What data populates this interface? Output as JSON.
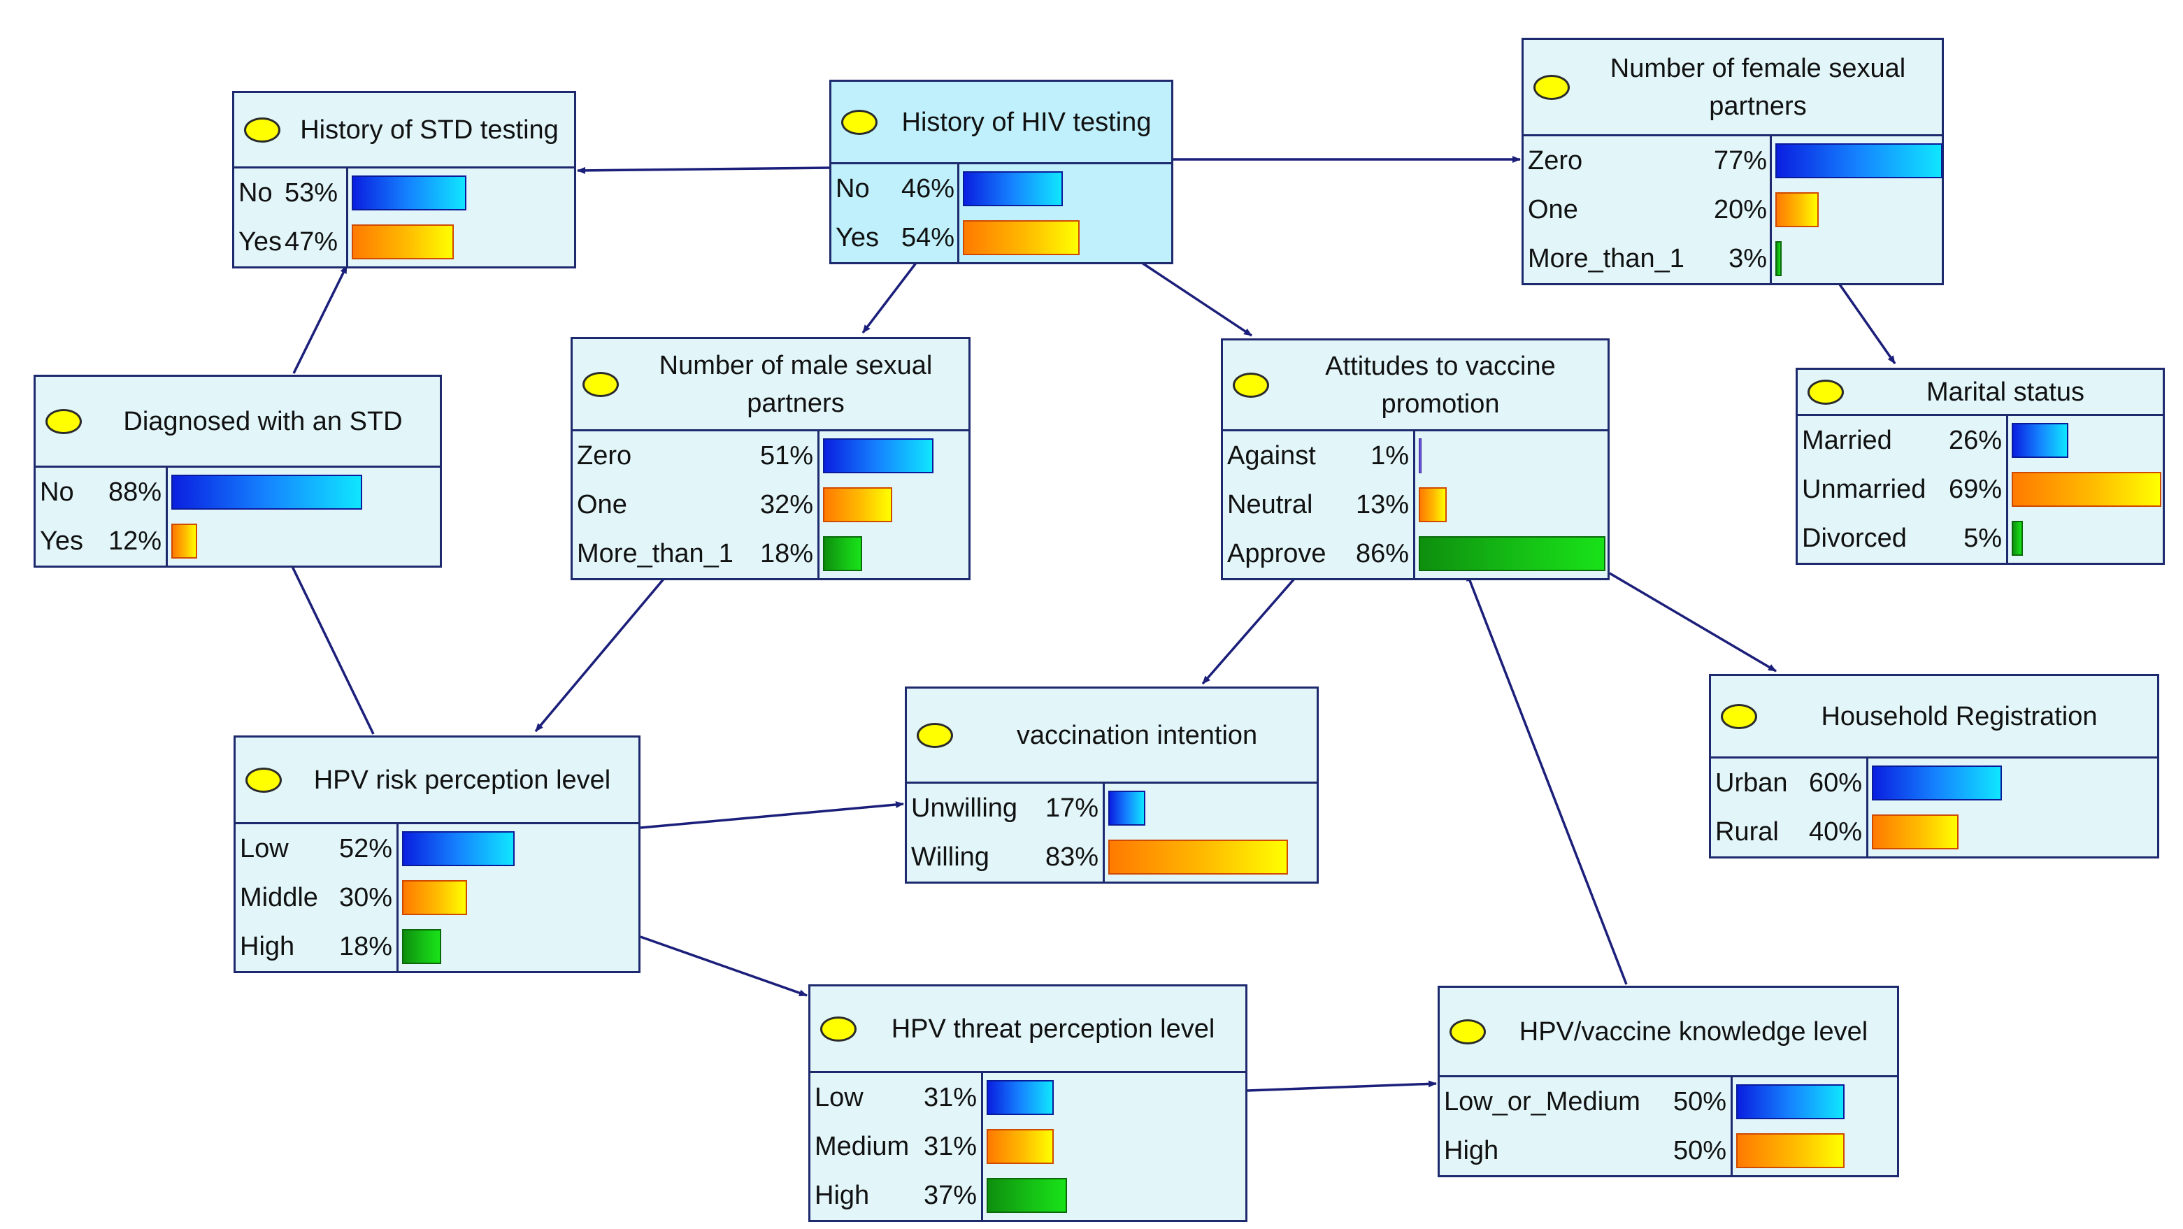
{
  "nodes": [
    {
      "id": "std_testing",
      "title": "History of STD testing",
      "highlight": false,
      "states": [
        {
          "label": "No",
          "pct": "53%",
          "value": 53,
          "color": "blue"
        },
        {
          "label": "Yes",
          "pct": "47%",
          "value": 47,
          "color": "orange"
        }
      ]
    },
    {
      "id": "hiv_testing",
      "title": "History of HIV testing",
      "highlight": true,
      "states": [
        {
          "label": "No",
          "pct": "46%",
          "value": 46,
          "color": "blue"
        },
        {
          "label": "Yes",
          "pct": "54%",
          "value": 54,
          "color": "orange"
        }
      ]
    },
    {
      "id": "female_partners",
      "title": "Number of female sexual partners",
      "highlight": false,
      "states": [
        {
          "label": "Zero",
          "pct": "77%",
          "value": 77,
          "color": "blue"
        },
        {
          "label": "One",
          "pct": "20%",
          "value": 20,
          "color": "orange"
        },
        {
          "label": "More_than_1",
          "pct": "3%",
          "value": 3,
          "color": "green"
        }
      ]
    },
    {
      "id": "diagnosed_std",
      "title": "Diagnosed with an STD",
      "highlight": false,
      "states": [
        {
          "label": "No",
          "pct": "88%",
          "value": 88,
          "color": "blue"
        },
        {
          "label": "Yes",
          "pct": "12%",
          "value": 12,
          "color": "orange"
        }
      ]
    },
    {
      "id": "male_partners",
      "title": "Number of male sexual partners",
      "highlight": false,
      "states": [
        {
          "label": "Zero",
          "pct": "51%",
          "value": 51,
          "color": "blue"
        },
        {
          "label": "One",
          "pct": "32%",
          "value": 32,
          "color": "orange"
        },
        {
          "label": "More_than_1",
          "pct": "18%",
          "value": 18,
          "color": "green"
        }
      ]
    },
    {
      "id": "attitudes",
      "title": "Attitudes to vaccine promotion",
      "highlight": false,
      "states": [
        {
          "label": "Against",
          "pct": "1%",
          "value": 1,
          "color": "purple"
        },
        {
          "label": "Neutral",
          "pct": "13%",
          "value": 13,
          "color": "orange"
        },
        {
          "label": "Approve",
          "pct": "86%",
          "value": 86,
          "color": "green"
        }
      ]
    },
    {
      "id": "marital",
      "title": "Marital status",
      "highlight": false,
      "states": [
        {
          "label": "Married",
          "pct": "26%",
          "value": 26,
          "color": "blue"
        },
        {
          "label": "Unmarried",
          "pct": "69%",
          "value": 69,
          "color": "orange"
        },
        {
          "label": "Divorced",
          "pct": "5%",
          "value": 5,
          "color": "green"
        }
      ]
    },
    {
      "id": "household",
      "title": "Household Registration",
      "highlight": false,
      "states": [
        {
          "label": "Urban",
          "pct": "60%",
          "value": 60,
          "color": "blue"
        },
        {
          "label": "Rural",
          "pct": "40%",
          "value": 40,
          "color": "orange"
        }
      ]
    },
    {
      "id": "vacc_intention",
      "title": "vaccination intention",
      "highlight": false,
      "states": [
        {
          "label": "Unwilling",
          "pct": "17%",
          "value": 17,
          "color": "blue"
        },
        {
          "label": "Willing",
          "pct": "83%",
          "value": 83,
          "color": "orange"
        }
      ]
    },
    {
      "id": "risk_perception",
      "title": "HPV risk perception level",
      "highlight": false,
      "states": [
        {
          "label": "Low",
          "pct": "52%",
          "value": 52,
          "color": "blue"
        },
        {
          "label": "Middle",
          "pct": "30%",
          "value": 30,
          "color": "orange"
        },
        {
          "label": "High",
          "pct": "18%",
          "value": 18,
          "color": "green"
        }
      ]
    },
    {
      "id": "threat_perception",
      "title": "HPV threat perception level",
      "highlight": false,
      "states": [
        {
          "label": "Low",
          "pct": "31%",
          "value": 31,
          "color": "blue"
        },
        {
          "label": "Medium",
          "pct": "31%",
          "value": 31,
          "color": "orange"
        },
        {
          "label": "High",
          "pct": "37%",
          "value": 37,
          "color": "green"
        }
      ]
    },
    {
      "id": "knowledge",
      "title": "HPV/vaccine knowledge level",
      "highlight": false,
      "states": [
        {
          "label": "Low_or_Medium",
          "pct": "50%",
          "value": 50,
          "color": "blue"
        },
        {
          "label": "High",
          "pct": "50%",
          "value": 50,
          "color": "orange"
        }
      ]
    }
  ],
  "edges": [
    {
      "from": "hiv_testing",
      "to": "std_testing"
    },
    {
      "from": "hiv_testing",
      "to": "female_partners"
    },
    {
      "from": "hiv_testing",
      "to": "male_partners"
    },
    {
      "from": "hiv_testing",
      "to": "attitudes"
    },
    {
      "from": "female_partners",
      "to": "marital"
    },
    {
      "from": "diagnosed_std",
      "to": "std_testing"
    },
    {
      "from": "risk_perception",
      "to": "diagnosed_std"
    },
    {
      "from": "male_partners",
      "to": "risk_perception"
    },
    {
      "from": "attitudes",
      "to": "vacc_intention"
    },
    {
      "from": "attitudes",
      "to": "household"
    },
    {
      "from": "risk_perception",
      "to": "vacc_intention"
    },
    {
      "from": "risk_perception",
      "to": "threat_perception"
    },
    {
      "from": "threat_perception",
      "to": "knowledge"
    },
    {
      "from": "knowledge",
      "to": "attitudes"
    }
  ],
  "colors": {
    "node_fill": "#e2f6fa",
    "node_fill_highlight": "#bff0fb",
    "node_border": "#1e2a6e",
    "edge": "#1b1f7a",
    "indicator": "#ffff00"
  }
}
